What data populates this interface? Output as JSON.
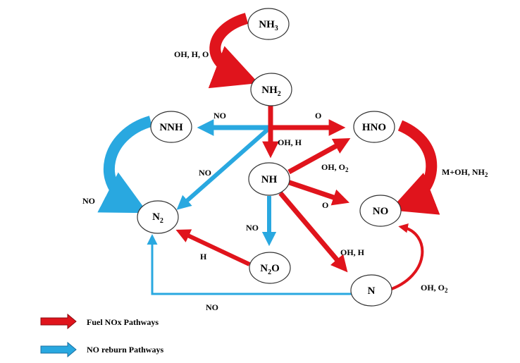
{
  "colors": {
    "fuel": "#e0141c",
    "fuel_dark": "#8a0a0f",
    "reburn": "#29a8e0",
    "reburn_dark": "#1a6fa0",
    "ink": "#000000"
  },
  "nodes": {
    "nh3": {
      "base": "NH",
      "sub": "3"
    },
    "nh2": {
      "base": "NH",
      "sub": "2"
    },
    "nnh": {
      "base": "NNH",
      "sub": ""
    },
    "hno": {
      "base": "HNO",
      "sub": ""
    },
    "nh": {
      "base": "NH",
      "sub": ""
    },
    "n2": {
      "base": "N",
      "sub": "2"
    },
    "no": {
      "base": "NO",
      "sub": ""
    },
    "n2o": {
      "base": "N",
      "sub": "2",
      "tail": "O"
    },
    "n": {
      "base": "N",
      "sub": ""
    }
  },
  "edge_labels": {
    "nh3_nh2": "OH, H, O",
    "nh2_nnh": "NO",
    "nh2_hno": "O",
    "nh2_nh": "OH, H",
    "nh2_n2": "NO",
    "nh_hno": {
      "base": "OH, O",
      "sub": "2"
    },
    "hno_no": {
      "base": "M+OH, NH",
      "sub": "2"
    },
    "nnh_n2": "NO",
    "nh_no": "O",
    "nh_n2o": "NO",
    "n2o_n2": "H",
    "nh_n": "OH, H",
    "n_no": {
      "base": "OH, O",
      "sub": "2"
    },
    "n_n2": "NO"
  },
  "legend": {
    "fuel": "Fuel NOx Pathways",
    "reburn": "NO reburn Pathways"
  }
}
